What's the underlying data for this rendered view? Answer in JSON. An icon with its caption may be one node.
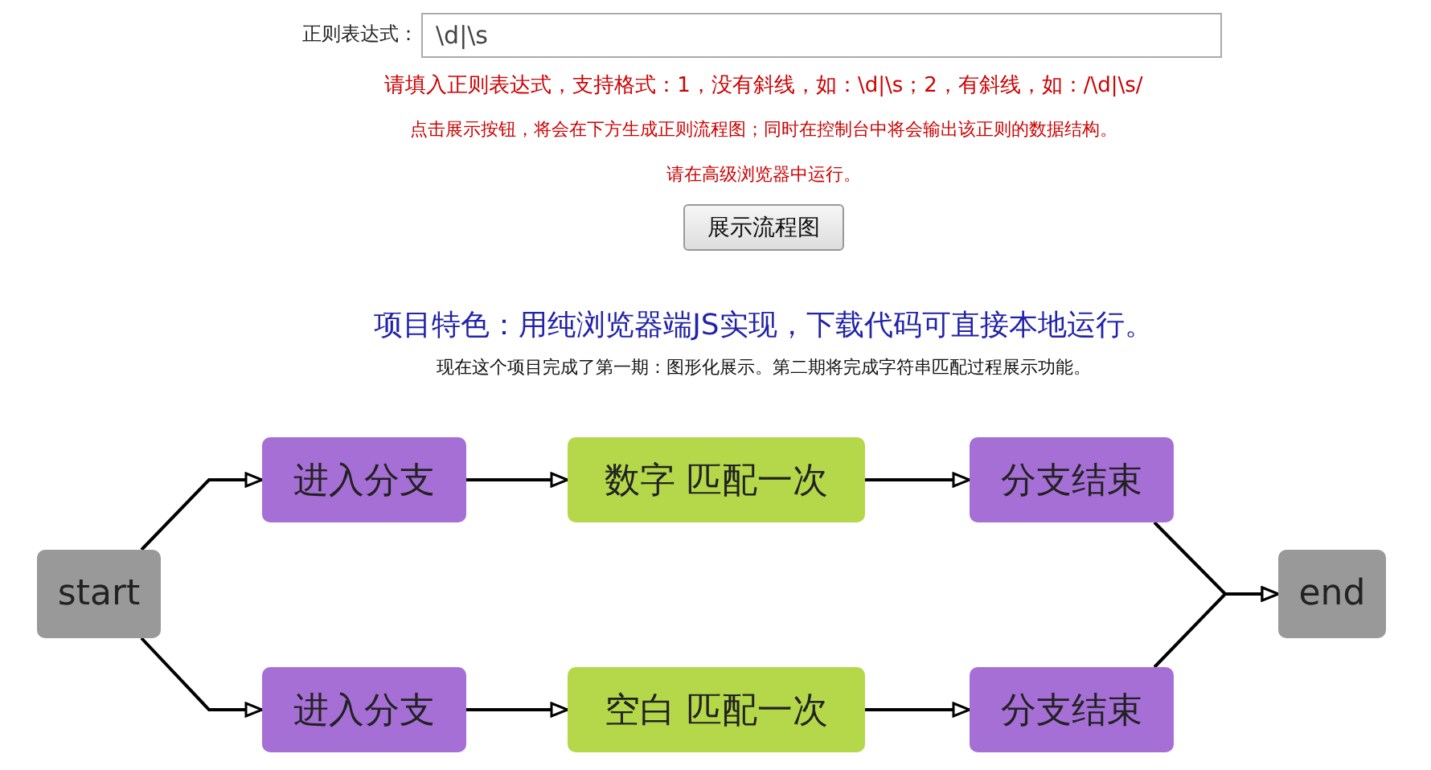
{
  "diagram": {
    "nodes": [
      {
        "text": [
          "start"
        ]
      },
      {
        "text": [
          "进入分支"
        ]
      },
      {
        "text": [
          "数字 匹配一次"
        ]
      },
      {
        "text": [
          "分支结束"
        ]
      },
      {
        "text": [
          "进入分支"
        ]
      },
      {
        "text": [
          "空白 匹配一次"
        ]
      },
      {
        "text": [
          "分支结束"
        ]
      },
      {
        "text": [
          "end"
        ]
      }
    ],
    "edges": [
      {
        "from": 0,
        "to": 1,
        "arrow": "to"
      },
      {
        "from": 1,
        "to": 2,
        "arrow": "to"
      },
      {
        "from": 2,
        "to": 3,
        "arrow": "to"
      },
      {
        "from": 3,
        "to": 7,
        "arrow": "to"
      },
      {
        "from": 0,
        "to": 4,
        "arrow": "to"
      },
      {
        "from": 4,
        "to": 5,
        "arrow": "to"
      },
      {
        "from": 5,
        "to": 6,
        "arrow": "to"
      },
      {
        "from": 6,
        "to": 7,
        "arrow": "to"
      }
    ],
    "labels": [
      "正则表达式：",
      "\\d|\\s",
      "请填入正则表达式，支持格式：1，没有斜线，如：\\d|\\s；2，有斜线，如：/\\d|\\s/",
      "点击展示按钮，将会在下方生成正则流程图；同时在控制台中将会输出该正则的数据结构。",
      "请在高级浏览器中运行。",
      "展示流程图",
      "项目特色：用纯浏览器端JS实现，下载代码可直接本地运行。",
      "现在这个项目完成了第一期：图形化展示。第二期将完成字符串匹配过程展示功能。"
    ]
  }
}
